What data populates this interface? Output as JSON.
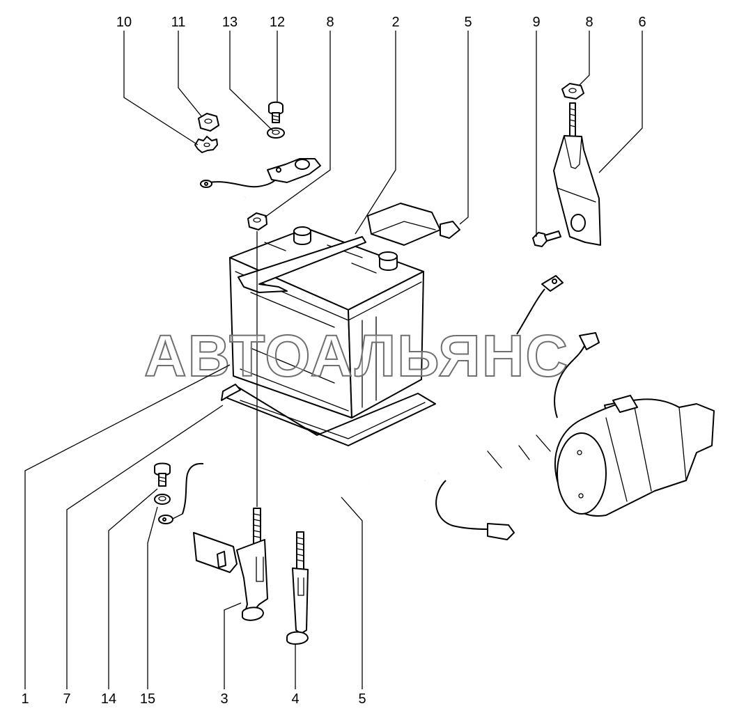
{
  "watermark": "АВТОАЛЬЯНС",
  "callouts_top": [
    "10",
    "11",
    "13",
    "12",
    "8",
    "2",
    "5",
    "9",
    "8",
    "6"
  ],
  "callouts_bottom": [
    "1",
    "7",
    "14",
    "15",
    "3",
    "4",
    "5"
  ]
}
